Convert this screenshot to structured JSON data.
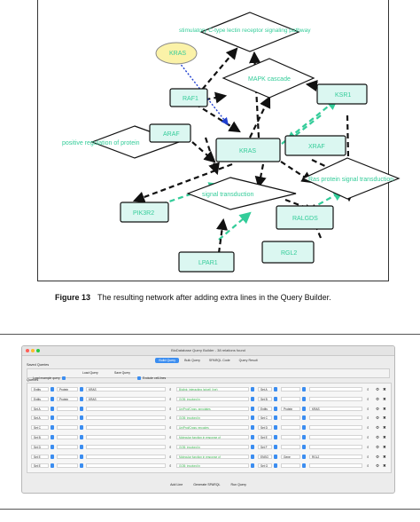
{
  "figure": {
    "caption_label": "Figure 13",
    "caption_text": "The resulting network after adding extra lines in the Query Builder."
  },
  "network": {
    "nodes": [
      {
        "id": "stimulatory",
        "label": "stimulatory C-type lectin receptor signaling pathway"
      },
      {
        "id": "kras_top",
        "label": "KRAS"
      },
      {
        "id": "mapk",
        "label": "MAPK cascade"
      },
      {
        "id": "raf1",
        "label": "RAF1"
      },
      {
        "id": "ksr1",
        "label": "KSR1"
      },
      {
        "id": "araf",
        "label": "ARAF"
      },
      {
        "id": "positive",
        "label": "positive regulation of protein"
      },
      {
        "id": "kras",
        "label": "KRAS"
      },
      {
        "id": "xraf",
        "label": "XRAF"
      },
      {
        "id": "ras_signal",
        "label": "Ras protein signal transduction"
      },
      {
        "id": "signal",
        "label": "signal transduction"
      },
      {
        "id": "pik3r2",
        "label": "PIK3R2"
      },
      {
        "id": "ralgds",
        "label": "RALGDS"
      },
      {
        "id": "rgl2",
        "label": "RGL2"
      },
      {
        "id": "lpar1",
        "label": "LPAR1"
      }
    ],
    "colors": {
      "label": "#33cc99",
      "rect_fill": "#dbf7f1",
      "green_edge": "#33cc99",
      "blue_edge": "#1f3fcf",
      "black_edge": "#111111"
    }
  },
  "query_builder": {
    "window_title": "BioDatabase Query Builder - 38 relations found",
    "tabs": [
      "Build Query",
      "Bulk Query",
      "SPARQL Code",
      "Query Result"
    ],
    "active_tab": "Build Query",
    "saved_queries_label": "Saved Queries",
    "load_example_label": "Load example query",
    "load_query_label": "Load Query",
    "save_query_label": "Save Query",
    "exclude_label": "Exclude cell-lines",
    "queries_label": "Queries",
    "rows": [
      {
        "c1": "Entity",
        "c2": "Protein",
        "c3": "KRAS",
        "c4": "Biolink: interacting (w/cell_line)",
        "c5": "Set A",
        "c6": "",
        "c7": ""
      },
      {
        "c1": "Entity",
        "c2": "Protein",
        "c3": "KRAS",
        "c4": "GOB: involved in",
        "c5": "Set B",
        "c6": "",
        "c7": ""
      },
      {
        "c1": "Set A",
        "c2": "",
        "c3": "",
        "c4": "UniProt/Cross: annotates",
        "c5": "Entity",
        "c6": "Protein",
        "c7": "KRAS"
      },
      {
        "c1": "Set A",
        "c2": "",
        "c3": "",
        "c4": "GOB: involved in",
        "c5": "Set C",
        "c6": "",
        "c7": ""
      },
      {
        "c1": "Set C",
        "c2": "",
        "c3": "",
        "c4": "UniProt/Cross: encodes",
        "c5": "Set D",
        "c6": "",
        "c7": ""
      },
      {
        "c1": "Set B",
        "c2": "",
        "c3": "",
        "c4": "Molecular function in response of",
        "c5": "Set E",
        "c6": "",
        "c7": ""
      },
      {
        "c1": "Set D",
        "c2": "",
        "c3": "",
        "c4": "GOB: involved in",
        "c5": "Set F",
        "c6": "",
        "c7": ""
      },
      {
        "c1": "Set E",
        "c2": "",
        "c3": "",
        "c4": "Molecular function in response of",
        "c5": "ENSG",
        "c6": "Gene",
        "c7": "RGL2"
      },
      {
        "c1": "Set E",
        "c2": "",
        "c3": "",
        "c4": "GOB: involved in",
        "c5": "Set G",
        "c6": "",
        "c7": ""
      }
    ],
    "bottom_buttons": [
      "Add Line",
      "Generate SPARQL",
      "Run Query"
    ],
    "accent_color": "#3b8df0"
  }
}
